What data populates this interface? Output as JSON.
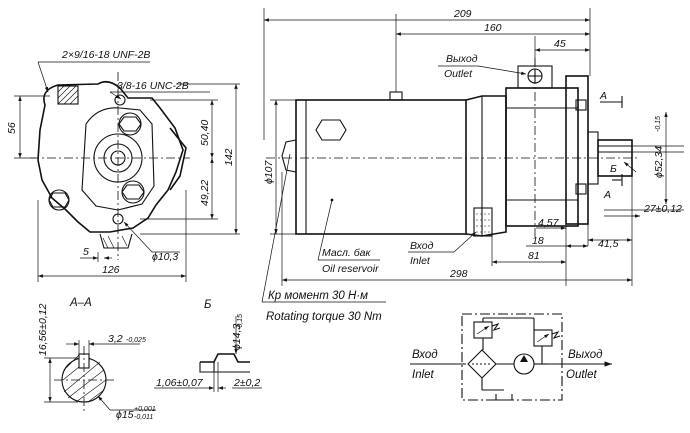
{
  "dims": {
    "d209": "209",
    "d160": "160",
    "d45": "45",
    "d56": "56",
    "d126": "126",
    "d5": "5",
    "d10_3": "ϕ10,3",
    "d50_40": "50,40",
    "d49_22": "49,22",
    "d142": "142",
    "d107": "ϕ107",
    "d298": "298",
    "d81": "81",
    "d18": "18",
    "d4_57": "4,57",
    "d41_5": "41,5",
    "d27": "27±0,12",
    "d52_34": "ϕ52,34",
    "d52_34_tol": "-0,15",
    "thread1": "2×9/16-18 UNF-2B",
    "thread2": "3/8-16 UNC-2B",
    "key_h": "16,56±0,12",
    "key_w": "3,2",
    "key_w_tol": "-0,025",
    "shaft_d": "ϕ15",
    "shaft_d_tol_up": "+0,001",
    "shaft_d_tol_dn": "-0,011",
    "b_h": "ϕ14,3",
    "b_h_tol": "-0,15",
    "b_1": "1,06±0,07",
    "b_2": "2±0,2"
  },
  "labels": {
    "outlet_ru": "Выход",
    "outlet_en": "Outlet",
    "inlet_ru": "Вход",
    "inlet_en": "Inlet",
    "oil_ru": "Масл. бак",
    "oil_en": "Oil reservoir",
    "torque_ru": "Кр момент 30 Н·м",
    "torque_en": "Rotating torque 30 Nm",
    "section_aa": "А–А",
    "section_b": "Б",
    "marker_a": "А",
    "marker_b": "Б"
  },
  "schematic": {
    "inlet_ru": "Вход",
    "inlet_en": "Inlet",
    "outlet_ru": "Выход",
    "outlet_en": "Outlet"
  }
}
